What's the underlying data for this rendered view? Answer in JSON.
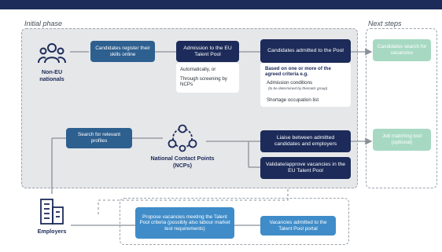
{
  "phases": {
    "initial": "Initial phase",
    "next": "Next steps"
  },
  "actors": {
    "non_eu": "Non-EU nationals",
    "ncps": "National Contact Points (NCPs)",
    "employers": "Employers"
  },
  "boxes": {
    "register": "Candidates register their skills online",
    "admission": "Admission to the EU Talent Pool",
    "admitted": "Candidates admitted to the Pool",
    "search_profiles": "Search for relevant profiles",
    "liaise": "Liaise between admitted candidates and employers",
    "validate": "Validate/approve vacancies in the EU Talent Pool",
    "propose": "Propose vacancies meeting the Talent Pool criteria (possibly also labour market test requirements)",
    "vacancies_admitted": "Vacancies admitted to the Talent Pool portal",
    "next_search": "Candidates search for vacancies",
    "next_matching": "Job matching tool (optional)"
  },
  "admission_notes": [
    "Automatically, or",
    "Through screening by NCPs"
  ],
  "criteria": {
    "heading": "Based on one or more of the agreed criteria e.g.",
    "item1": "Admission conditions",
    "item1_note": "(to be determined by thematic group)",
    "item2": "Shortage occupation list"
  },
  "colors": {
    "navy": "#1c2b59",
    "mid_blue": "#2d5f8f",
    "light_blue": "#3f8cc9",
    "green": "#a7d9c2",
    "region_gray": "#e6e7e9",
    "connector": "#8a9099"
  },
  "icons": {
    "people": "people-group-icon",
    "network": "network-people-icon",
    "buildings": "buildings-icon"
  }
}
